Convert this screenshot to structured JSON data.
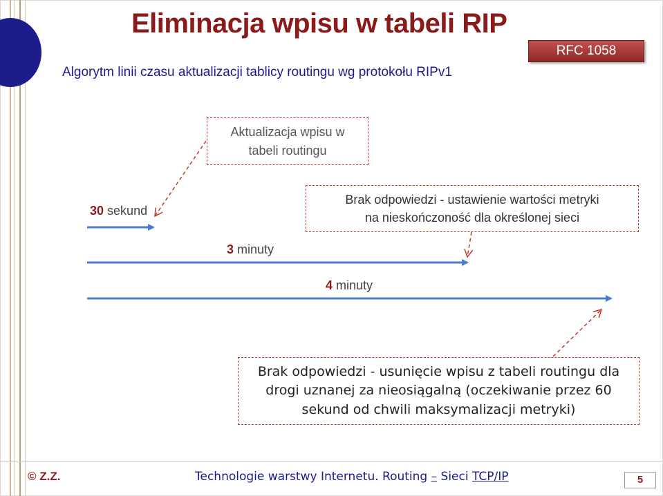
{
  "slide": {
    "title": "Eliminacja wpisu w tabeli RIP",
    "subtitle": "Algorytm linii czasu aktualizacji tablicy routingu wg protokołu RIPv1",
    "badge": "RFC 1058"
  },
  "diagram": {
    "box_update": "Aktualizacja wpisu w tabeli routingu",
    "box_update_line1": "Aktualizacja wpisu w",
    "box_update_line2": "tabeli routingu",
    "box_noresp_metric_line1": "Brak odpowiedzi - ustawienie wartości metryki",
    "box_noresp_metric_line2": "na nieskończoność dla określonej sieci",
    "box_noresp_delete_line1": "Brak odpowiedzi - usunięcie wpisu z tabeli routingu dla",
    "box_noresp_delete_line2": "drogi uznanej za nieosiągalną (oczekiwanie przez 60",
    "box_noresp_delete_line3": "sekund od chwili maksymalizacji metryki)",
    "timer_30": {
      "value": "30",
      "unit": "sekund"
    },
    "timer_3": {
      "value": "3",
      "unit": "minuty"
    },
    "timer_4": {
      "value": "4",
      "unit": "minuty"
    },
    "colors": {
      "arrow": "#4a7cc9",
      "dashed": "#c0392b",
      "accent": "#8b1a1a"
    }
  },
  "footer": {
    "logo": "© Z.Z.",
    "course_prefix": "Technologie warstwy Internetu. Routing ",
    "course_dash": "–",
    "course_sieci": " Sieci ",
    "course_tcpip": " TCP/IP",
    "page_number": "5"
  }
}
